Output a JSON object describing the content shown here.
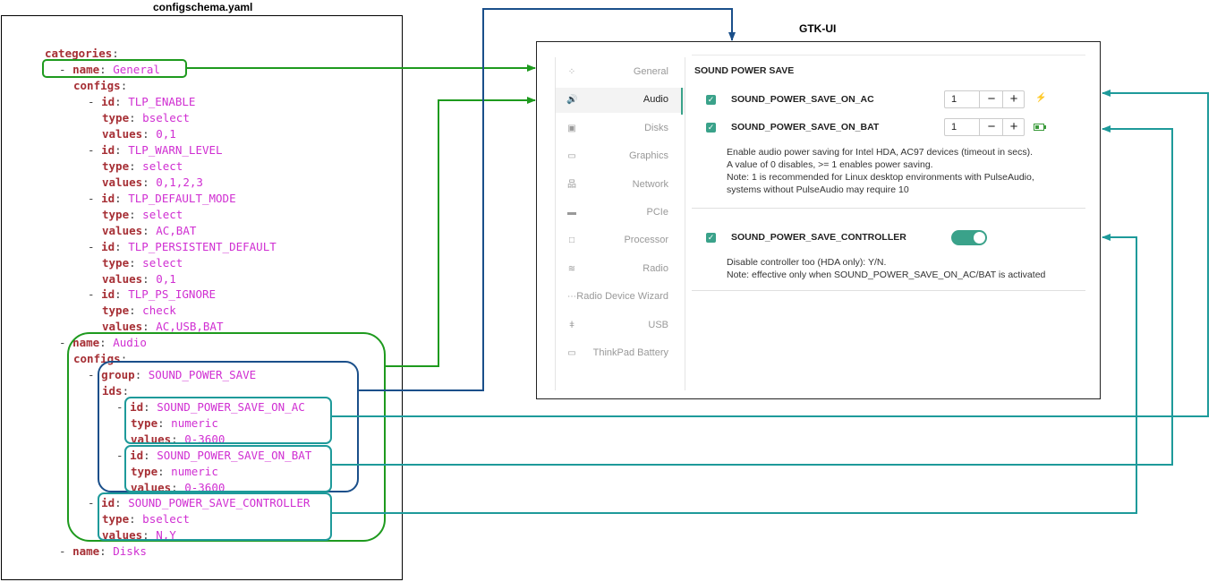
{
  "titles": {
    "yaml": "configschema.yaml",
    "gtk": "GTK-UI"
  },
  "yaml": [
    {
      "key": "categories",
      "colon": ":",
      "val": ""
    },
    {
      "dash": "- ",
      "key": "name",
      "colon": ": ",
      "val": "General"
    },
    {
      "key": "configs",
      "colon": ":",
      "val": ""
    },
    {
      "dash": "- ",
      "key": "id",
      "colon": ": ",
      "val": "TLP_ENABLE"
    },
    {
      "key": "type",
      "colon": ": ",
      "val": "bselect"
    },
    {
      "key": "values",
      "colon": ": ",
      "val": "0,1"
    },
    {
      "dash": "- ",
      "key": "id",
      "colon": ": ",
      "val": "TLP_WARN_LEVEL"
    },
    {
      "key": "type",
      "colon": ": ",
      "val": "select"
    },
    {
      "key": "values",
      "colon": ": ",
      "val": "0,1,2,3"
    },
    {
      "dash": "- ",
      "key": "id",
      "colon": ": ",
      "val": "TLP_DEFAULT_MODE"
    },
    {
      "key": "type",
      "colon": ": ",
      "val": "select"
    },
    {
      "key": "values",
      "colon": ": ",
      "val": "AC,BAT"
    },
    {
      "dash": "- ",
      "key": "id",
      "colon": ": ",
      "val": "TLP_PERSISTENT_DEFAULT"
    },
    {
      "key": "type",
      "colon": ": ",
      "val": "select"
    },
    {
      "key": "values",
      "colon": ": ",
      "val": "0,1"
    },
    {
      "dash": "- ",
      "key": "id",
      "colon": ": ",
      "val": "TLP_PS_IGNORE"
    },
    {
      "key": "type",
      "colon": ": ",
      "val": "check"
    },
    {
      "key": "values",
      "colon": ": ",
      "val": "AC,USB,BAT"
    },
    {
      "dash": "- ",
      "key": "name",
      "colon": ": ",
      "val": "Audio"
    },
    {
      "key": "configs",
      "colon": ":",
      "val": ""
    },
    {
      "dash": "- ",
      "key": "group",
      "colon": ": ",
      "val": "SOUND_POWER_SAVE"
    },
    {
      "key": "ids",
      "colon": ":",
      "val": ""
    },
    {
      "dash": "- ",
      "key": "id",
      "colon": ": ",
      "val": "SOUND_POWER_SAVE_ON_AC"
    },
    {
      "key": "type",
      "colon": ": ",
      "val": "numeric"
    },
    {
      "key": "values",
      "colon": ": ",
      "val": "0-3600"
    },
    {
      "dash": "- ",
      "key": "id",
      "colon": ": ",
      "val": "SOUND_POWER_SAVE_ON_BAT"
    },
    {
      "key": "type",
      "colon": ": ",
      "val": "numeric"
    },
    {
      "key": "values",
      "colon": ": ",
      "val": "0-3600"
    },
    {
      "dash": "- ",
      "key": "id",
      "colon": ": ",
      "val": "SOUND_POWER_SAVE_CONTROLLER"
    },
    {
      "key": "type",
      "colon": ": ",
      "val": "bselect"
    },
    {
      "key": "values",
      "colon": ": ",
      "val": "N,Y"
    },
    {
      "dash": "- ",
      "key": "name",
      "colon": ": ",
      "val": "Disks"
    }
  ],
  "sidebar": [
    {
      "label": "General",
      "icon": "grid-icon",
      "glyph": "⁘"
    },
    {
      "label": "Audio",
      "icon": "speaker-icon",
      "glyph": "🔊",
      "active": true
    },
    {
      "label": "Disks",
      "icon": "disk-icon",
      "glyph": "▣"
    },
    {
      "label": "Graphics",
      "icon": "monitor-icon",
      "glyph": "▭"
    },
    {
      "label": "Network",
      "icon": "network-icon",
      "glyph": "品"
    },
    {
      "label": "PCIe",
      "icon": "pcie-icon",
      "glyph": "▬"
    },
    {
      "label": "Processor",
      "icon": "processor-icon",
      "glyph": "□"
    },
    {
      "label": "Radio",
      "icon": "wifi-icon",
      "glyph": "≋"
    },
    {
      "label": "Radio Device Wizard",
      "icon": "wizard-icon",
      "glyph": "⋯"
    },
    {
      "label": "USB",
      "icon": "usb-icon",
      "glyph": "ǂ"
    },
    {
      "label": "ThinkPad Battery",
      "icon": "battery-icon",
      "glyph": "▭"
    }
  ],
  "panel": {
    "section_title": "SOUND POWER SAVE",
    "on_ac": {
      "label": "SOUND_POWER_SAVE_ON_AC",
      "value": "1",
      "checked": true
    },
    "on_bat": {
      "label": "SOUND_POWER_SAVE_ON_BAT",
      "value": "1",
      "checked": true
    },
    "group_desc": "Enable audio power saving for Intel HDA, AC97 devices (timeout in secs).\nA value of 0 disables, >= 1 enables power saving.\nNote: 1 is recommended for Linux desktop environments with PulseAudio,\nsystems without PulseAudio may require 10",
    "controller": {
      "label": "SOUND_POWER_SAVE_CONTROLLER",
      "checked": true,
      "toggle_on": true
    },
    "controller_desc": "Disable controller too (HDA only): Y/N.\nNote: effective only when SOUND_POWER_SAVE_ON_AC/BAT is activated",
    "minus": "−",
    "plus": "+",
    "check": "✓"
  },
  "colors": {
    "green": "#1e9a1e",
    "blue": "#1a4f8a",
    "teal": "#1e9a9a",
    "accent": "#3aa28a",
    "key": "#a62f35",
    "value": "#d02fd2"
  }
}
